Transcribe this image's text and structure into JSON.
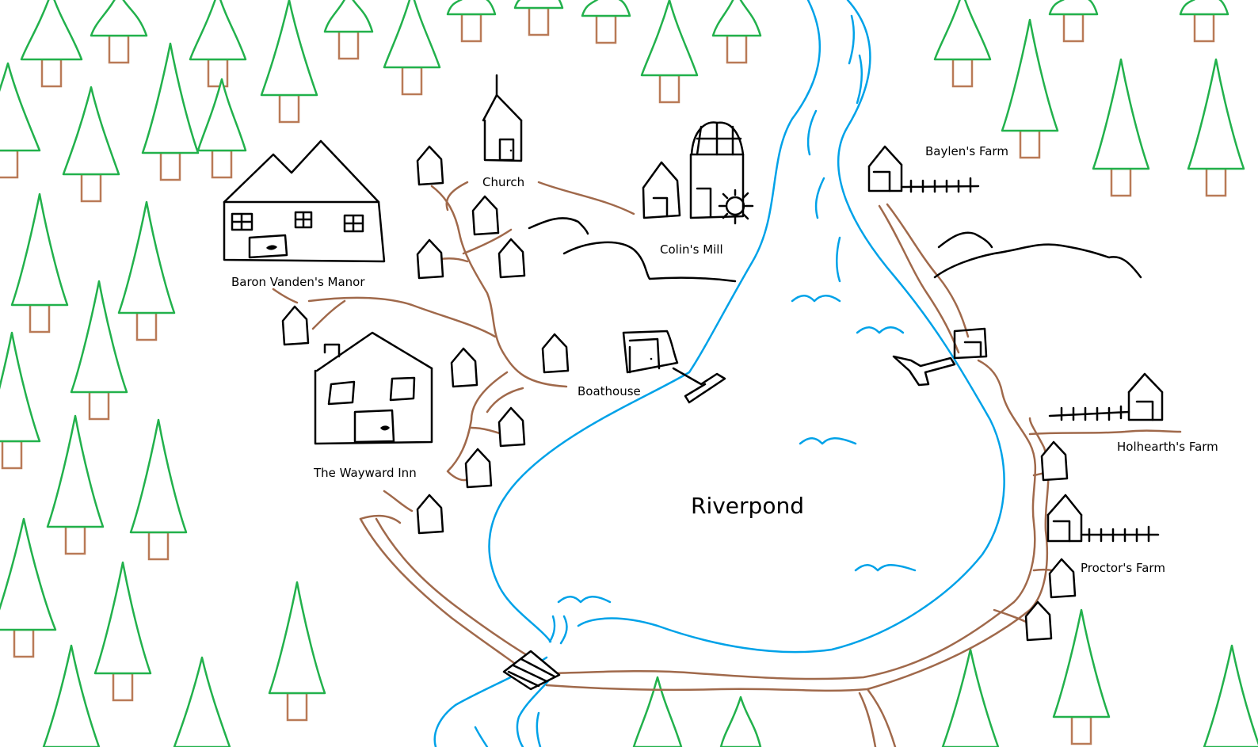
{
  "map": {
    "title": "Riverpond",
    "locations": {
      "church": "Church",
      "colins_mill": "Colin's Mill",
      "manor": "Baron Vanden's Manor",
      "boathouse": "Boathouse",
      "inn": "The Wayward Inn",
      "baylens_farm": "Baylen's Farm",
      "holhearths_farm": "Holhearth's Farm",
      "proctors_farm": "Proctor's Farm"
    }
  },
  "colors": {
    "tree": "#22b14c",
    "trunk": "#b97a57",
    "water": "#00a2e8",
    "road": "#a0694b",
    "ink": "#000000"
  }
}
